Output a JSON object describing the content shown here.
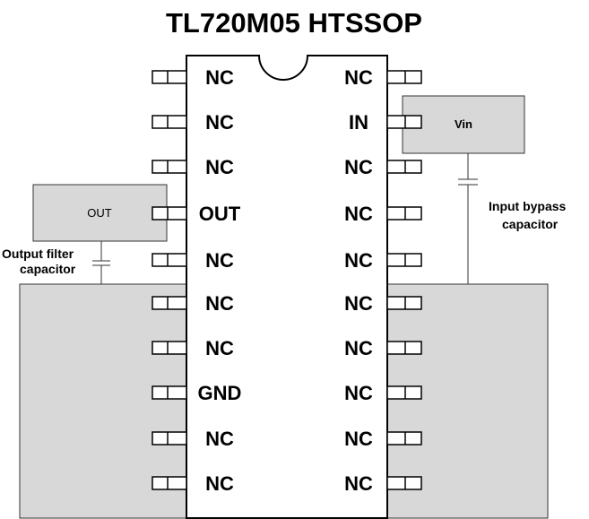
{
  "title": "TL720M05 HTSSOP",
  "left_pins": [
    "NC",
    "NC",
    "NC",
    "OUT",
    "NC",
    "NC",
    "NC",
    "GND",
    "NC",
    "NC"
  ],
  "right_pins": [
    "NC",
    "IN",
    "NC",
    "NC",
    "NC",
    "NC",
    "NC",
    "NC",
    "NC",
    "NC"
  ],
  "out_box": {
    "label": "OUT"
  },
  "vin_box": {
    "label": "Vin"
  },
  "output_cap_label": [
    "Output filter",
    "capacitor"
  ],
  "input_cap_label": [
    "Input bypass",
    "capacitor"
  ],
  "colors": {
    "board_fill": "#d8d8d8",
    "box_fill": "#d8d8d8",
    "outline": "#333333"
  }
}
